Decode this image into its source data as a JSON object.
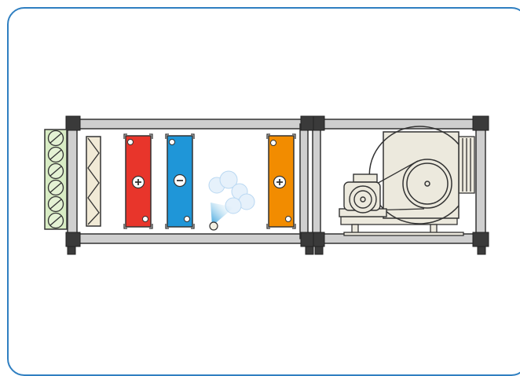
{
  "diagram": {
    "type": "air-handling-unit",
    "sections": [
      {
        "name": "mixing-section",
        "components": [
          "inlet-dampers",
          "filter",
          "heating-coil",
          "cooling-coil",
          "humidifier",
          "reheat-coil"
        ]
      },
      {
        "name": "fan-section",
        "components": [
          "electric-motor",
          "belt-drive",
          "centrifugal-fan"
        ]
      }
    ],
    "coil_symbols": {
      "heating": "+",
      "cooling": "−",
      "reheat": "+"
    },
    "colors": {
      "frame_border": "#2f7fc1",
      "casing_rail": "#cfcfcf",
      "corner": "#3a3a3a",
      "heating_coil": "#e8352b",
      "cooling_coil": "#1f96d8",
      "reheat_coil": "#f28c00",
      "damper": "#d8ecc4",
      "fan_housing": "#ece9dd"
    }
  }
}
